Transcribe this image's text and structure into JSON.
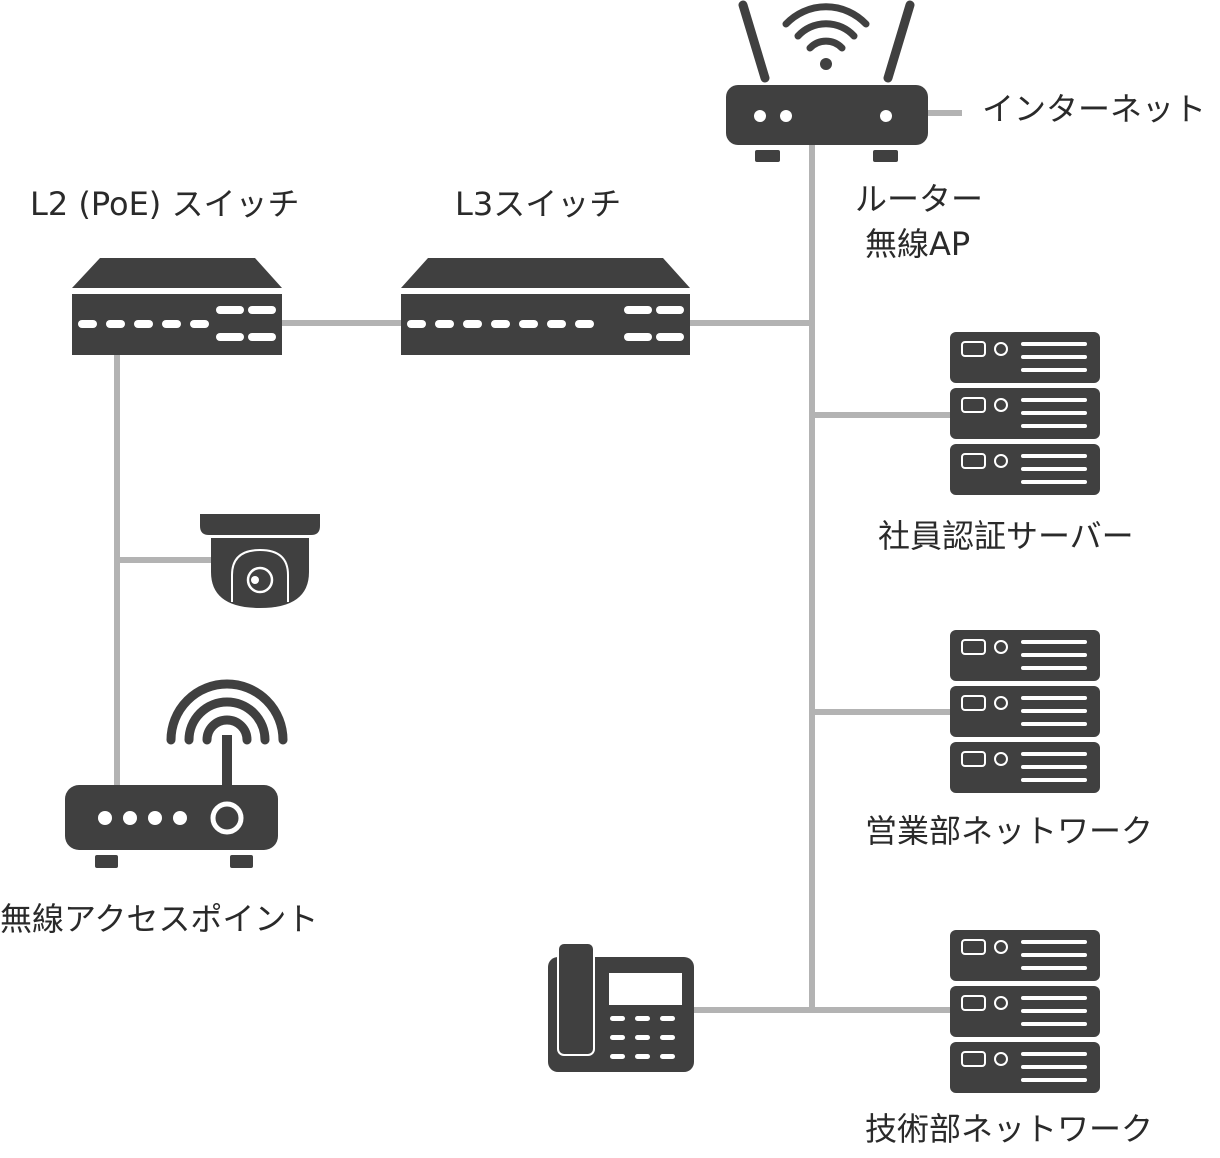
{
  "colors": {
    "device": "#404040",
    "link": "#b3b3b3",
    "text": "#2a2a2a"
  },
  "labels": {
    "internet": "インターネット",
    "router": "ルーター",
    "router_ap": "無線AP",
    "l2_switch": "L2 (PoE) スイッチ",
    "l3_switch": "L3スイッチ",
    "auth_server": "社員認証サーバー",
    "sales_network": "営業部ネットワーク",
    "tech_network": "技術部ネットワーク",
    "wireless_ap": "無線アクセスポイント"
  }
}
